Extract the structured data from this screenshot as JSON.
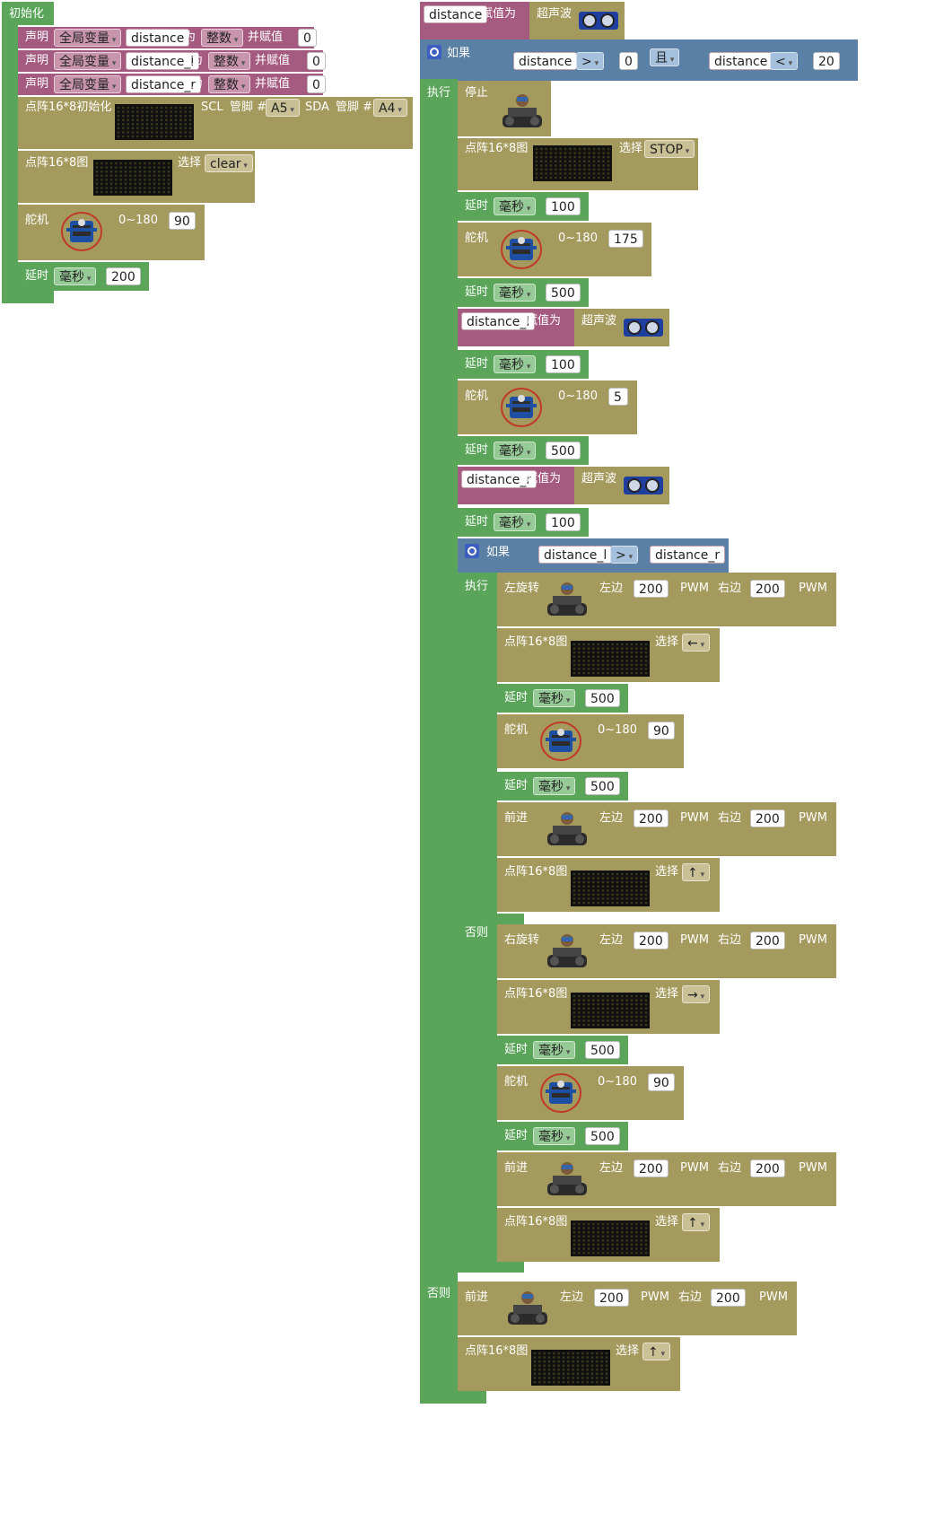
{
  "colors": {
    "loop": "#5ba55b",
    "logic": "#5b80a5",
    "variable": "#a55b80",
    "module": "#a59a5d",
    "time": "#5ba55b"
  },
  "icons": [
    "servo-motor-icon",
    "ultrasonic-sensor-icon",
    "robot-car-icon",
    "led-matrix-icon",
    "gear-icon"
  ],
  "setup": {
    "title": "初始化",
    "declares": [
      {
        "kw": "声明",
        "scope": "全局变量",
        "name": "distance",
        "as": "为",
        "type": "整数",
        "assign": "并赋值",
        "value": "0"
      },
      {
        "kw": "声明",
        "scope": "全局变量",
        "name": "distance_l",
        "as": "为",
        "type": "整数",
        "assign": "并赋值",
        "value": "0"
      },
      {
        "kw": "声明",
        "scope": "全局变量",
        "name": "distance_r",
        "as": "为",
        "type": "整数",
        "assign": "并赋值",
        "value": "0"
      }
    ],
    "matrix_init": {
      "label": "点阵16*8初始化",
      "scl": "SCL",
      "pin": "管脚 #",
      "scl_pin": "A5",
      "sda": "SDA",
      "sda_pin": "A4"
    },
    "matrix_show": {
      "label": "点阵16*8图",
      "select": "选择",
      "value": "clear"
    },
    "servo": {
      "label": "舵机",
      "range": "0~180",
      "value": "90"
    },
    "delay": {
      "label": "延时",
      "unit": "毫秒",
      "value": "200"
    }
  },
  "loop": {
    "assign": {
      "var": "distance",
      "op": "赋值为",
      "sensor": "超声波"
    },
    "if": {
      "kw": "如果",
      "var1": "distance",
      "op1": ">",
      "val1": "0",
      "and": "且",
      "var2": "distance",
      "op2": "<",
      "val2": "20"
    },
    "do": "执行",
    "stop": "停止",
    "matrix_stop": {
      "label": "点阵16*8图",
      "select": "选择",
      "value": "STOP"
    },
    "delay1": {
      "label": "延时",
      "unit": "毫秒",
      "value": "100"
    },
    "servo1": {
      "label": "舵机",
      "range": "0~180",
      "value": "175"
    },
    "delay2": {
      "label": "延时",
      "unit": "毫秒",
      "value": "500"
    },
    "assign_l": {
      "var": "distance_l",
      "op": "赋值为",
      "sensor": "超声波"
    },
    "delay3": {
      "label": "延时",
      "unit": "毫秒",
      "value": "100"
    },
    "servo2": {
      "label": "舵机",
      "range": "0~180",
      "value": "5"
    },
    "delay4": {
      "label": "延时",
      "unit": "毫秒",
      "value": "500"
    },
    "assign_r": {
      "var": "distance_r",
      "op": "赋值为",
      "sensor": "超声波"
    },
    "delay5": {
      "label": "延时",
      "unit": "毫秒",
      "value": "100"
    },
    "if2": {
      "kw": "如果",
      "var1": "distance_l",
      "op": ">",
      "var2": "distance_r"
    },
    "do2": "执行",
    "left_turn": {
      "label": "左旋转",
      "left": "左边",
      "lval": "200",
      "pwm": "PWM",
      "right": "右边",
      "rval": "200",
      "pwm2": "PWM"
    },
    "matrix_left": {
      "label": "点阵16*8图",
      "select": "选择",
      "value": "←"
    },
    "delay6": {
      "label": "延时",
      "unit": "毫秒",
      "value": "500"
    },
    "servo3": {
      "label": "舵机",
      "range": "0~180",
      "value": "90"
    },
    "delay7": {
      "label": "延时",
      "unit": "毫秒",
      "value": "500"
    },
    "forward1": {
      "label": "前进",
      "left": "左边",
      "lval": "200",
      "pwm": "PWM",
      "right": "右边",
      "rval": "200",
      "pwm2": "PWM"
    },
    "matrix_up1": {
      "label": "点阵16*8图",
      "select": "选择",
      "value": "↑"
    },
    "else2": "否则",
    "right_turn": {
      "label": "右旋转",
      "left": "左边",
      "lval": "200",
      "pwm": "PWM",
      "right": "右边",
      "rval": "200",
      "pwm2": "PWM"
    },
    "matrix_right": {
      "label": "点阵16*8图",
      "select": "选择",
      "value": "→"
    },
    "delay8": {
      "label": "延时",
      "unit": "毫秒",
      "value": "500"
    },
    "servo4": {
      "label": "舵机",
      "range": "0~180",
      "value": "90"
    },
    "delay9": {
      "label": "延时",
      "unit": "毫秒",
      "value": "500"
    },
    "forward2": {
      "label": "前进",
      "left": "左边",
      "lval": "200",
      "pwm": "PWM",
      "right": "右边",
      "rval": "200",
      "pwm2": "PWM"
    },
    "matrix_up2": {
      "label": "点阵16*8图",
      "select": "选择",
      "value": "↑"
    },
    "else": "否则",
    "forward3": {
      "label": "前进",
      "left": "左边",
      "lval": "200",
      "pwm": "PWM",
      "right": "右边",
      "rval": "200",
      "pwm2": "PWM"
    },
    "matrix_up3": {
      "label": "点阵16*8图",
      "select": "选择",
      "value": "↑"
    }
  }
}
